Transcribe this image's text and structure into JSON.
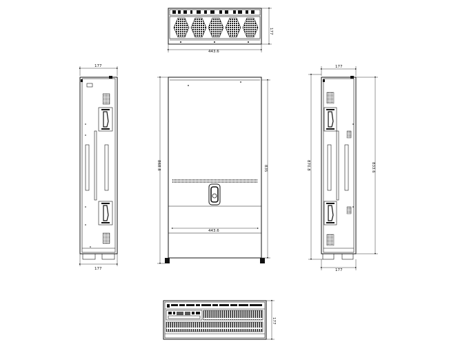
{
  "dimensions": {
    "top_width": "443.6",
    "top_height": "177",
    "left_width_top": "177",
    "left_width_bottom": "177",
    "front_height": "868.8",
    "front_inner_height": "835",
    "front_width": "443.6",
    "right_width_top": "177",
    "right_width_bottom": "177",
    "right_height_outer": "870.8",
    "right_height_inner": "833.6",
    "bottom_height": "177"
  }
}
